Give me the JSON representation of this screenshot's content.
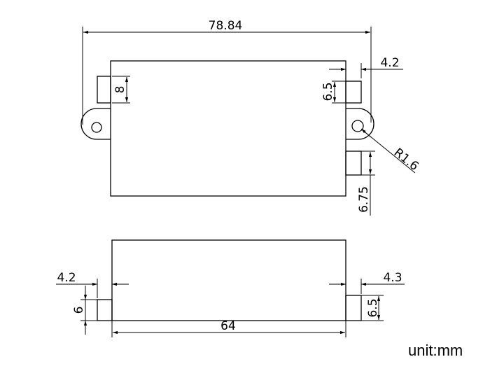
{
  "drawing": {
    "dimensions": {
      "overall_width": "78.84",
      "right_tab_offset": "4.2",
      "left_tab_height": "8",
      "right_upper_tab_height": "6.5",
      "hole_radius": "R1.6",
      "right_lower_tab_height": "6.75",
      "body_width": "64",
      "bottom_left_offset": "4.2",
      "bottom_left_tab_height": "6",
      "bottom_right_offset": "4.3",
      "bottom_right_tab_height": "6.5"
    },
    "unit": "unit:mm"
  }
}
